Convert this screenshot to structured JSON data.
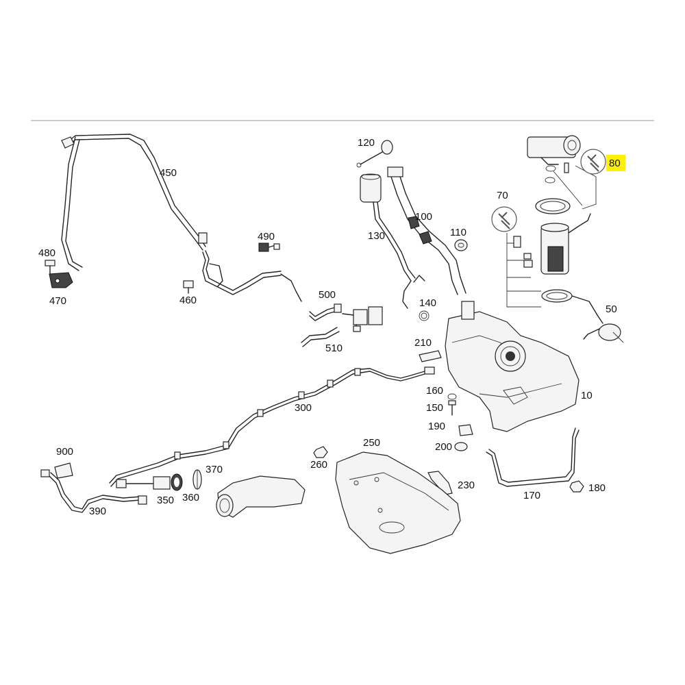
{
  "colors": {
    "highlight": "#fff200",
    "line": "#222222",
    "rule": "#9a9a9a"
  },
  "callouts": {
    "c10": "10",
    "c50": "50",
    "c70": "70",
    "c80": "80",
    "c100": "100",
    "c110": "110",
    "c120": "120",
    "c130": "130",
    "c140": "140",
    "c150": "150",
    "c160": "160",
    "c170": "170",
    "c180": "180",
    "c190": "190",
    "c200": "200",
    "c210": "210",
    "c230": "230",
    "c250": "250",
    "c260": "260",
    "c300": "300",
    "c350": "350",
    "c360": "360",
    "c370": "370",
    "c390": "390",
    "c450": "450",
    "c460": "460",
    "c470": "470",
    "c480": "480",
    "c490": "490",
    "c500": "500",
    "c510": "510",
    "c900": "900"
  },
  "highlighted_callout": "80",
  "icons": [
    "wrench-icon"
  ]
}
